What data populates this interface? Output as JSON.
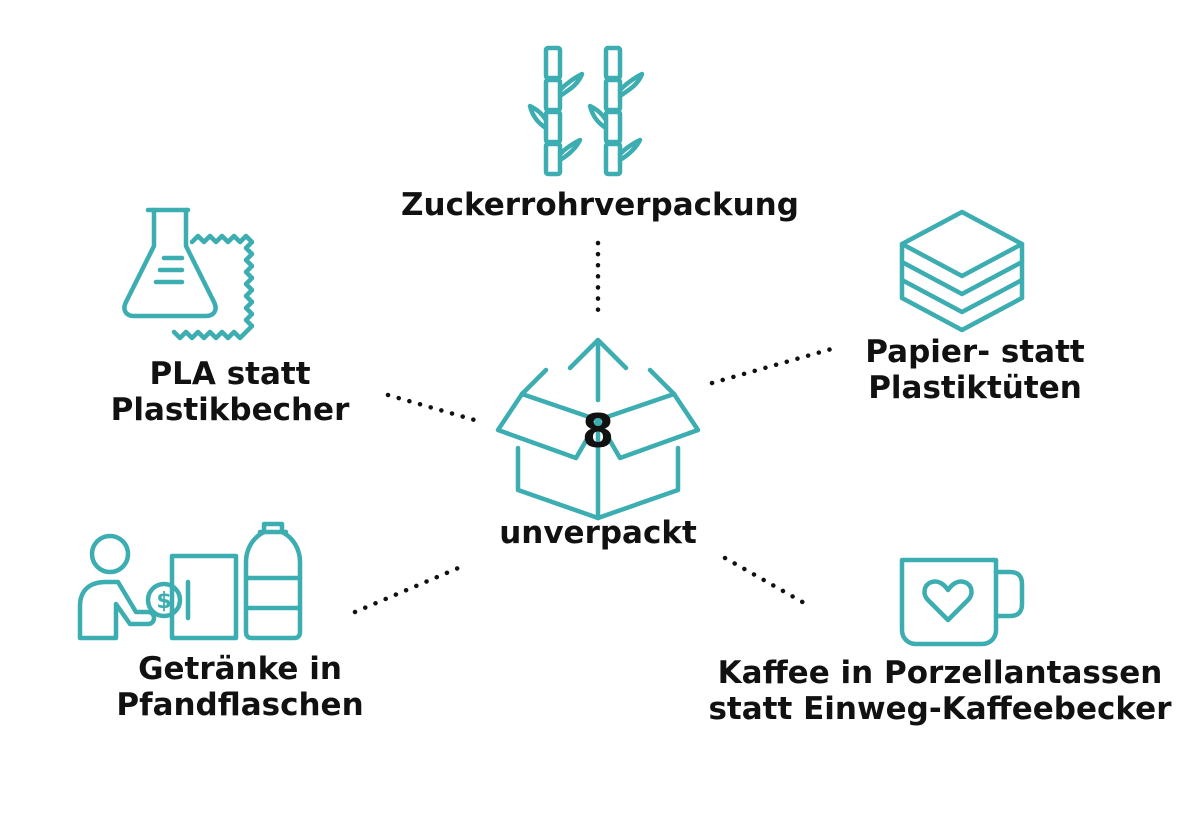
{
  "accent_color": "#3cadb0",
  "text_color": "#111111",
  "center": {
    "number": "8",
    "label": "unverpackt",
    "icon": "box-icon"
  },
  "items": [
    {
      "icon": "bamboo-icon",
      "lines": [
        "Zuckerrohrverpackung"
      ]
    },
    {
      "icon": "flask-icon",
      "lines": [
        "PLA statt",
        "Plastikbecher"
      ]
    },
    {
      "icon": "paper-stack-icon",
      "lines": [
        "Papier- statt",
        "Plastiktüten"
      ]
    },
    {
      "icon": "bottle-deposit-icon",
      "lines": [
        "Getränke in",
        "Pfandflaschen"
      ]
    },
    {
      "icon": "heart-mug-icon",
      "lines": [
        "Kaffee in Porzellantassen",
        "statt Einweg-Kaffeebecker"
      ]
    }
  ]
}
